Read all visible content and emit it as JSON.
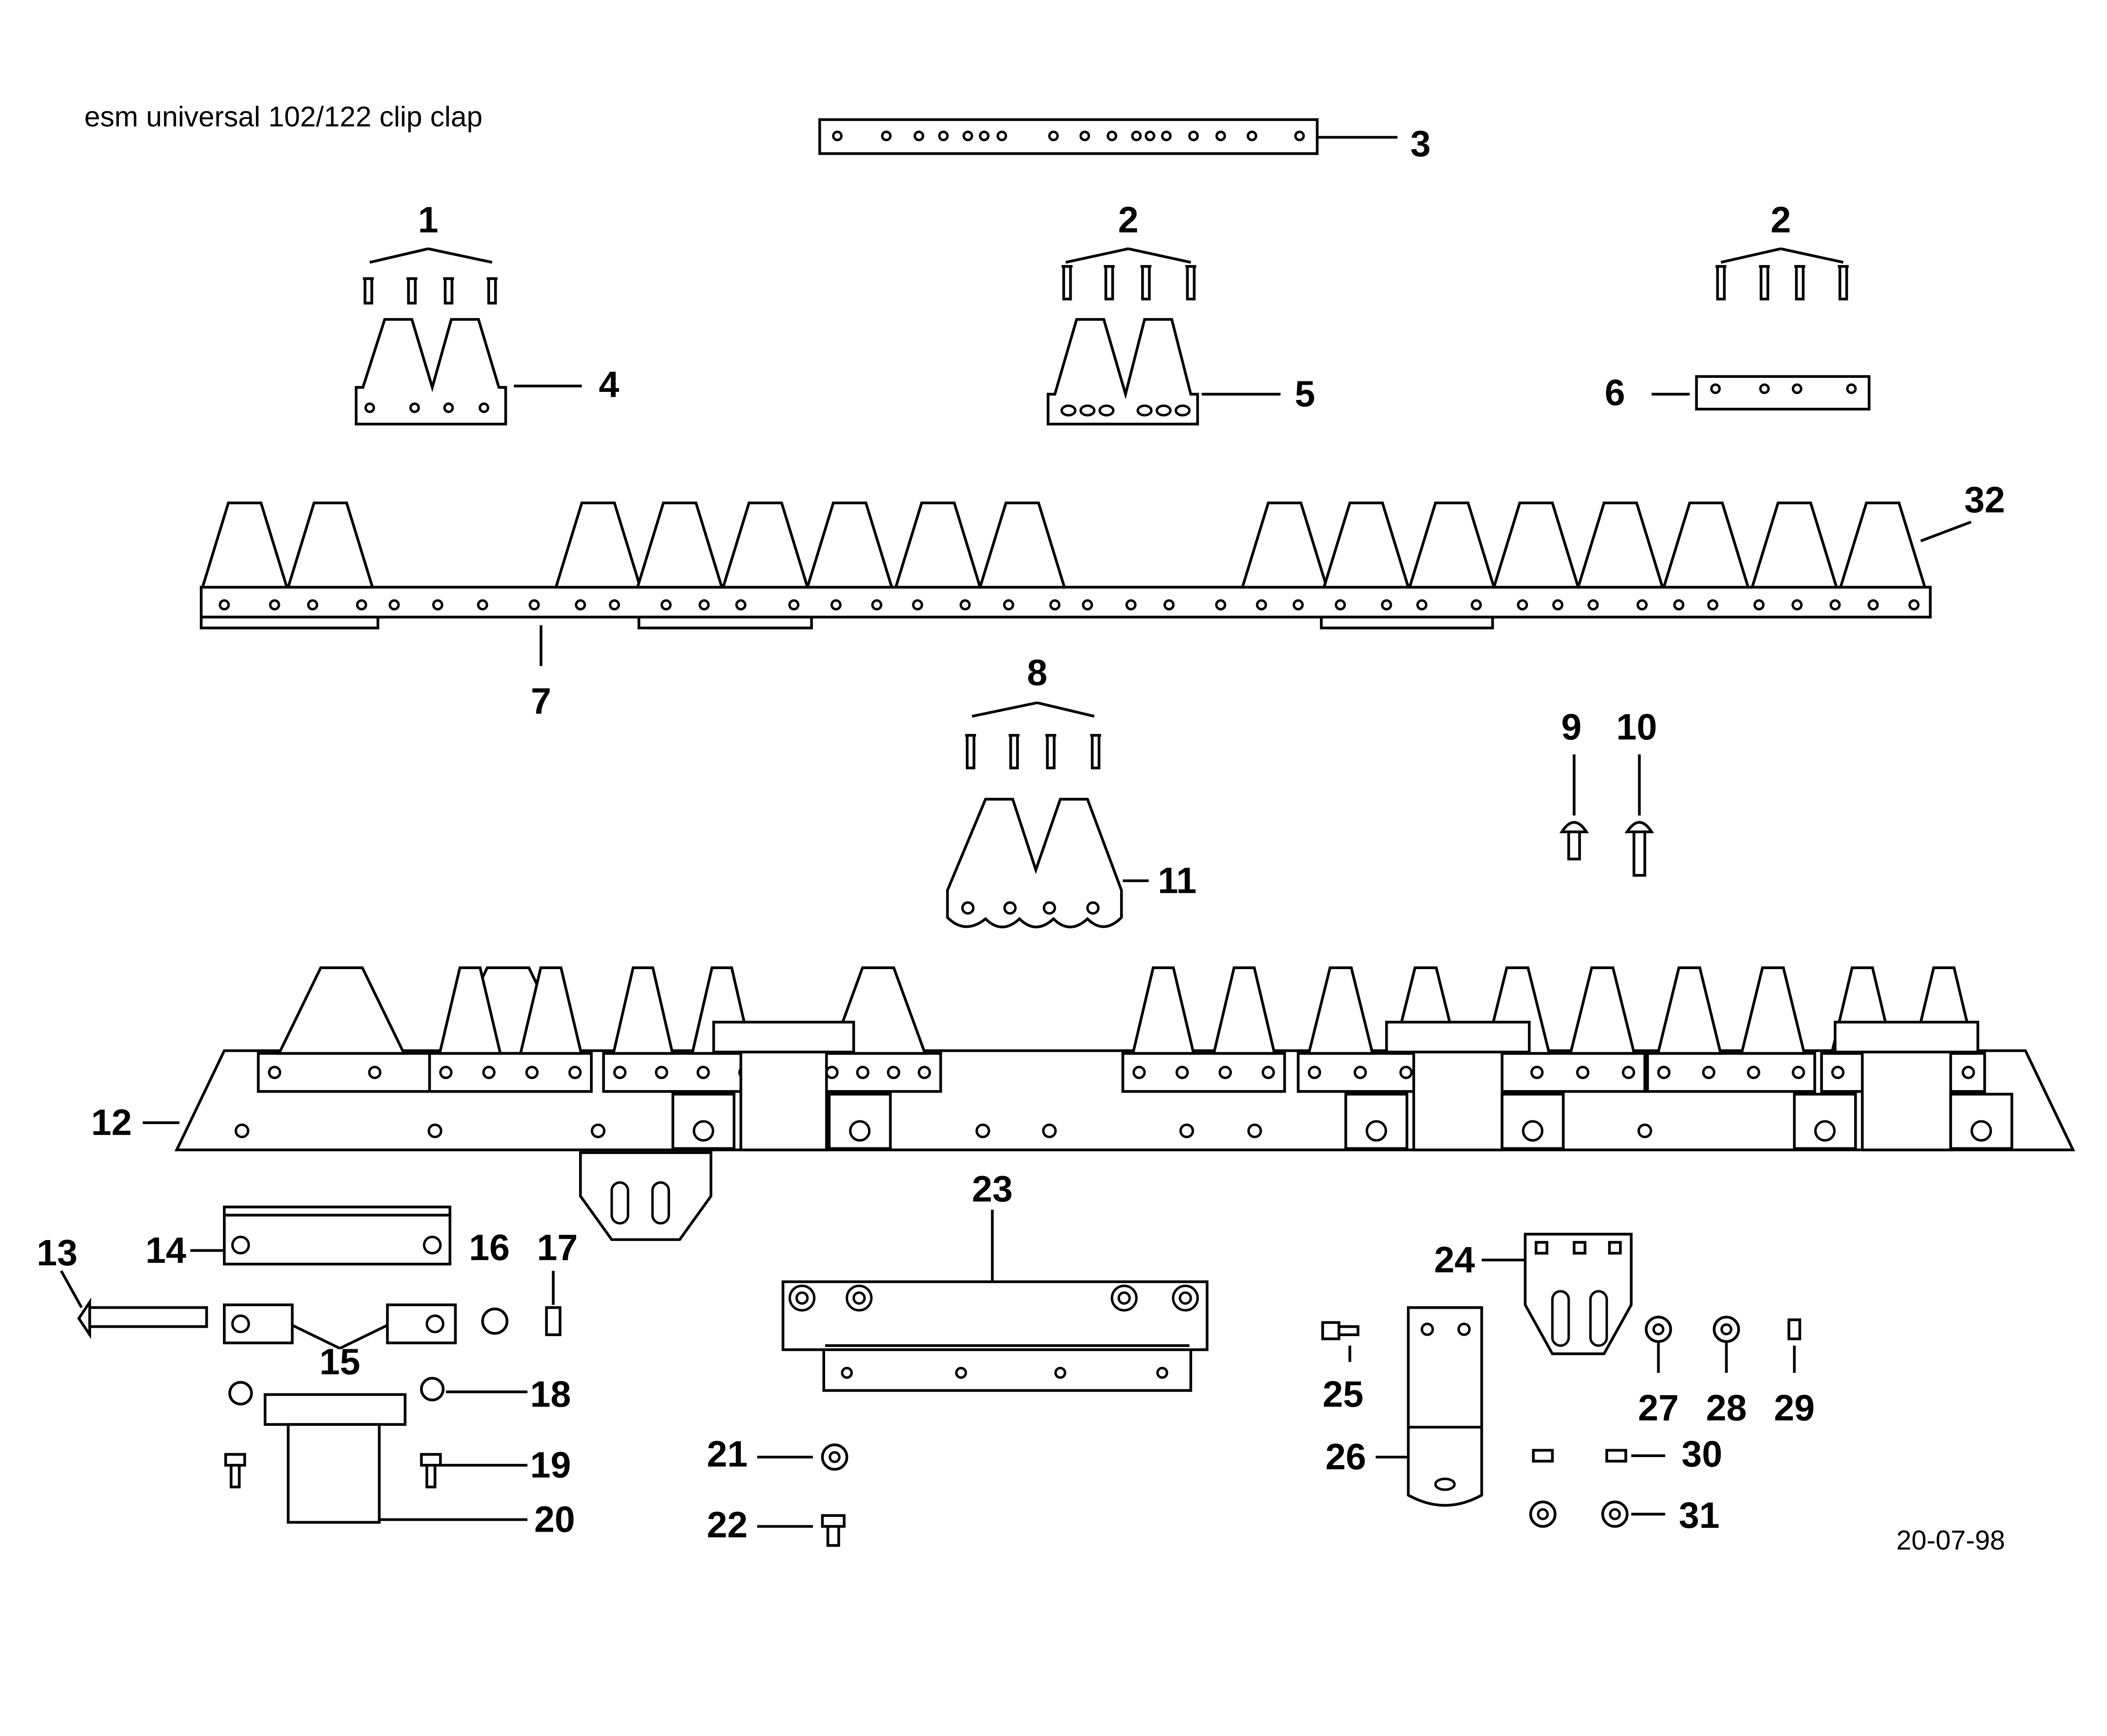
{
  "title": "esm universal 102/122 clip clap",
  "date": "20-07-98",
  "callouts": [
    {
      "id": "1"
    },
    {
      "id": "2"
    },
    {
      "id": "2"
    },
    {
      "id": "3"
    },
    {
      "id": "4"
    },
    {
      "id": "5"
    },
    {
      "id": "6"
    },
    {
      "id": "32"
    },
    {
      "id": "7"
    },
    {
      "id": "8"
    },
    {
      "id": "9"
    },
    {
      "id": "10"
    },
    {
      "id": "11"
    },
    {
      "id": "12"
    },
    {
      "id": "23"
    },
    {
      "id": "13"
    },
    {
      "id": "14"
    },
    {
      "id": "16"
    },
    {
      "id": "17"
    },
    {
      "id": "15"
    },
    {
      "id": "18"
    },
    {
      "id": "19"
    },
    {
      "id": "20"
    },
    {
      "id": "21"
    },
    {
      "id": "22"
    },
    {
      "id": "24"
    },
    {
      "id": "25"
    },
    {
      "id": "26"
    },
    {
      "id": "27"
    },
    {
      "id": "28"
    },
    {
      "id": "29"
    },
    {
      "id": "30"
    },
    {
      "id": "31"
    }
  ]
}
